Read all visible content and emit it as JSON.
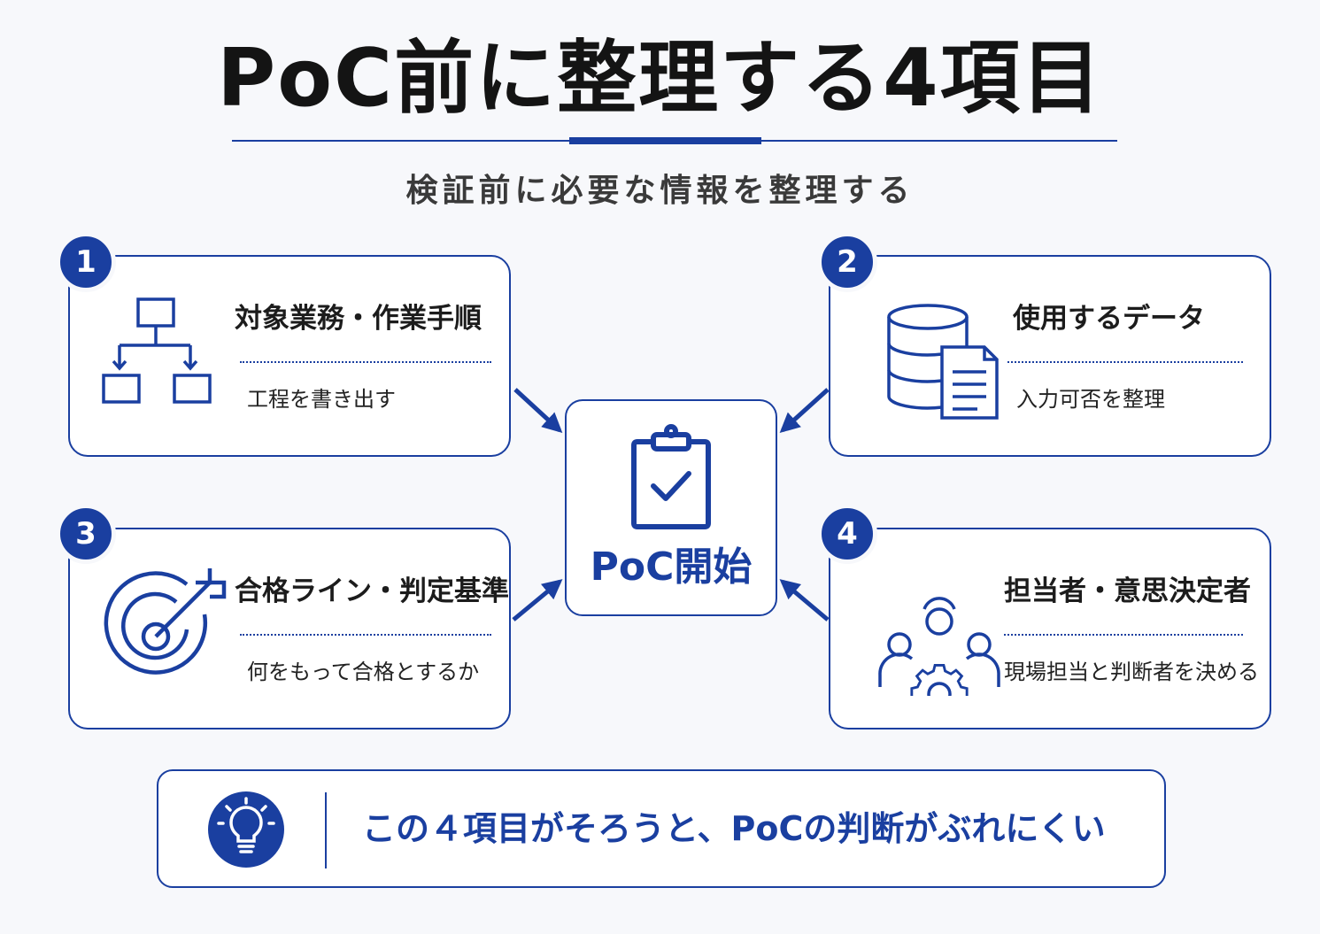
{
  "title": "PoC前に整理する4項目",
  "subtitle": "検証前に必要な情報を整理する",
  "center": {
    "label": "PoC開始",
    "icon": "clipboard-check-icon"
  },
  "items": [
    {
      "number": "1",
      "title": "対象業務・作業手順",
      "desc": "工程を書き出す",
      "icon": "flowchart-icon"
    },
    {
      "number": "2",
      "title": "使用するデータ",
      "desc": "入力可否を整理",
      "icon": "database-document-icon"
    },
    {
      "number": "3",
      "title": "合格ライン・判定基準",
      "desc": "何をもって合格とするか",
      "icon": "target-arrow-icon"
    },
    {
      "number": "4",
      "title": "担当者・意思決定者",
      "desc": "現場担当と判断者を決める",
      "icon": "team-gear-icon"
    }
  ],
  "note": {
    "text": "この４項目がそろうと、PoCの判断がぶれにくい",
    "icon": "lightbulb-icon"
  },
  "colors": {
    "accent": "#1a3fa0",
    "background": "#f7f8fb",
    "card": "#ffffff"
  }
}
